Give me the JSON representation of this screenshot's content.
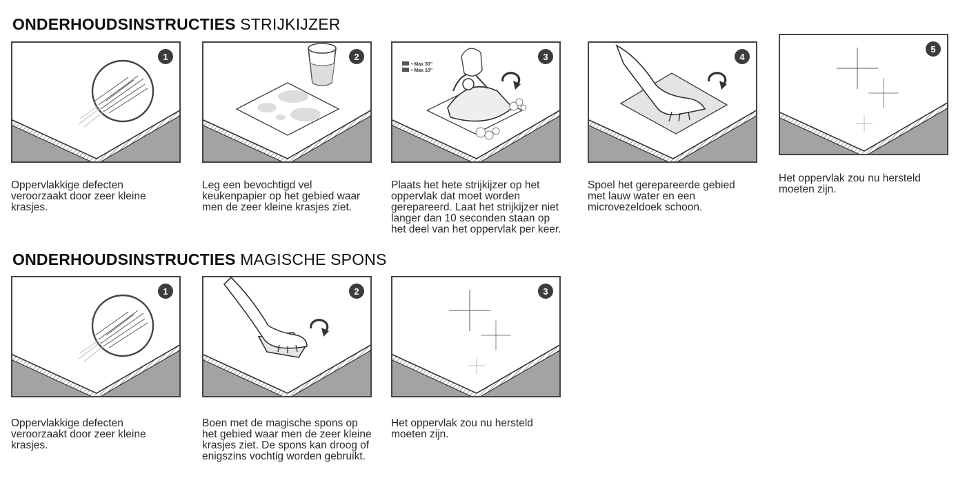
{
  "sections": [
    {
      "title_bold": "ONDERHOUDSINSTRUCTIES",
      "title_rest": "STRIJKIJZER",
      "steps": [
        {
          "number": "1",
          "caption": "Oppervlakkige defecten veroorzaakt door zeer kleine krasjes."
        },
        {
          "number": "2",
          "caption": "Leg een bevochtigd vel keukenpapier op het gebied waar men de zeer kleine krasjes ziet."
        },
        {
          "number": "3",
          "caption": "Plaats het hete strijkijzer op het oppervlak dat moet worden gerepareerd. Laat het strijkijzer niet langer dan 10 seconden staan op het deel van het oppervlak per keer.",
          "label_a": "• Max 30\"",
          "label_b": "• Max 10\""
        },
        {
          "number": "4",
          "caption": "Spoel het gerepareerde gebied met lauw water en een microvezeldoek schoon."
        },
        {
          "number": "5",
          "caption": "Het oppervlak zou nu hersteld moeten zijn."
        }
      ]
    },
    {
      "title_bold": "ONDERHOUDSINSTRUCTIES",
      "title_rest": "MAGISCHE SPONS",
      "steps": [
        {
          "number": "1",
          "caption": "Oppervlakkige defecten veroorzaakt door zeer kleine krasjes."
        },
        {
          "number": "2",
          "caption": "Boen met de magische spons op het gebied waar men de zeer kleine krasjes ziet. De spons kan droog of enigszins vochtig worden gebruikt."
        },
        {
          "number": "3",
          "caption": "Het oppervlak zou nu hersteld moeten zijn."
        }
      ]
    }
  ],
  "colors": {
    "slab_side": "#a3a3a3",
    "badge": "#3c3c3c",
    "outline": "#444444"
  },
  "icons": [
    "scratch-magnifier-icon",
    "water-glass-icon",
    "iron-icon",
    "cloth-hand-icon",
    "sparkle-icon",
    "sponge-hand-icon",
    "rotate-arrow-icon"
  ]
}
